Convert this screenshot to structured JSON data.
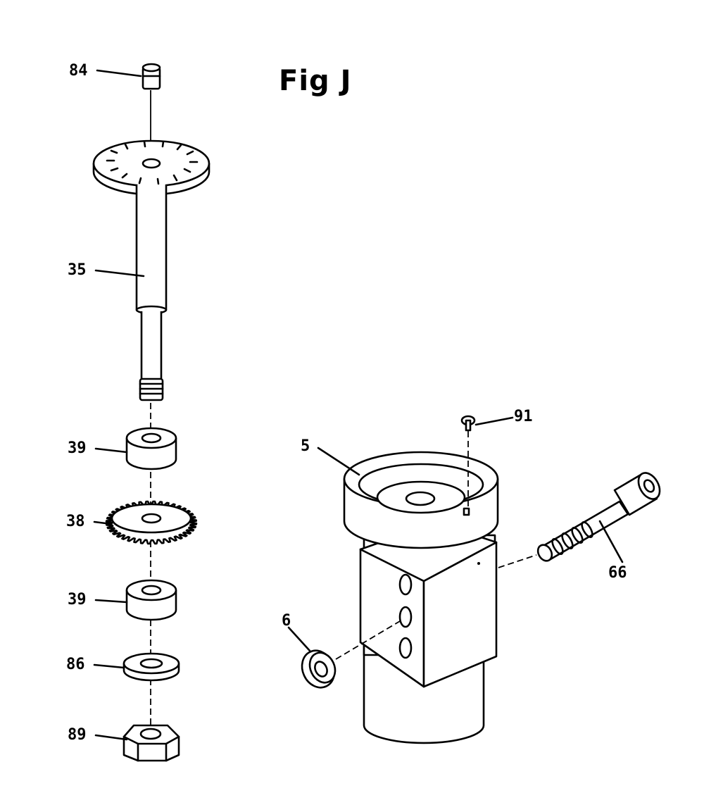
{
  "figure": {
    "title": "Fig J"
  },
  "callouts": [
    {
      "id": "84",
      "label": "84"
    },
    {
      "id": "35",
      "label": "35"
    },
    {
      "id": "39a",
      "label": "39"
    },
    {
      "id": "38",
      "label": "38"
    },
    {
      "id": "39b",
      "label": "39"
    },
    {
      "id": "86",
      "label": "86"
    },
    {
      "id": "89",
      "label": "89"
    },
    {
      "id": "91",
      "label": "91"
    },
    {
      "id": "5",
      "label": "5"
    },
    {
      "id": "66",
      "label": "66"
    },
    {
      "id": "6",
      "label": "6"
    }
  ]
}
